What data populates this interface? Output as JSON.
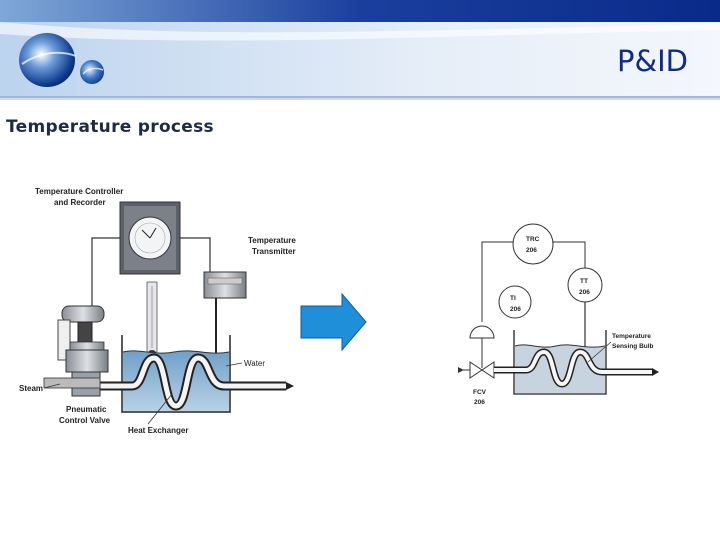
{
  "slide": {
    "title": "P&ID",
    "subtitle": "Temperature process"
  },
  "left_diagram": {
    "controller_label_1": "Temperature Controller",
    "controller_label_2": "and Recorder",
    "transmitter_label_1": "Temperature",
    "transmitter_label_2": "Transmitter",
    "water_label": "Water",
    "steam_label": "Steam",
    "valve_label_1": "Pneumatic",
    "valve_label_2": "Control Valve",
    "exchanger_label": "Heat Exchanger"
  },
  "arrow": {
    "color": "#1e8fd8"
  },
  "right_diagram": {
    "trc_tag": "TRC",
    "trc_num": "206",
    "tt_tag": "TT",
    "tt_num": "206",
    "ti_tag": "TI",
    "ti_num": "206",
    "fcv_tag": "FCV",
    "fcv_num": "206",
    "bulb_label_1": "Temperature",
    "bulb_label_2": "Sensing Bulb"
  }
}
